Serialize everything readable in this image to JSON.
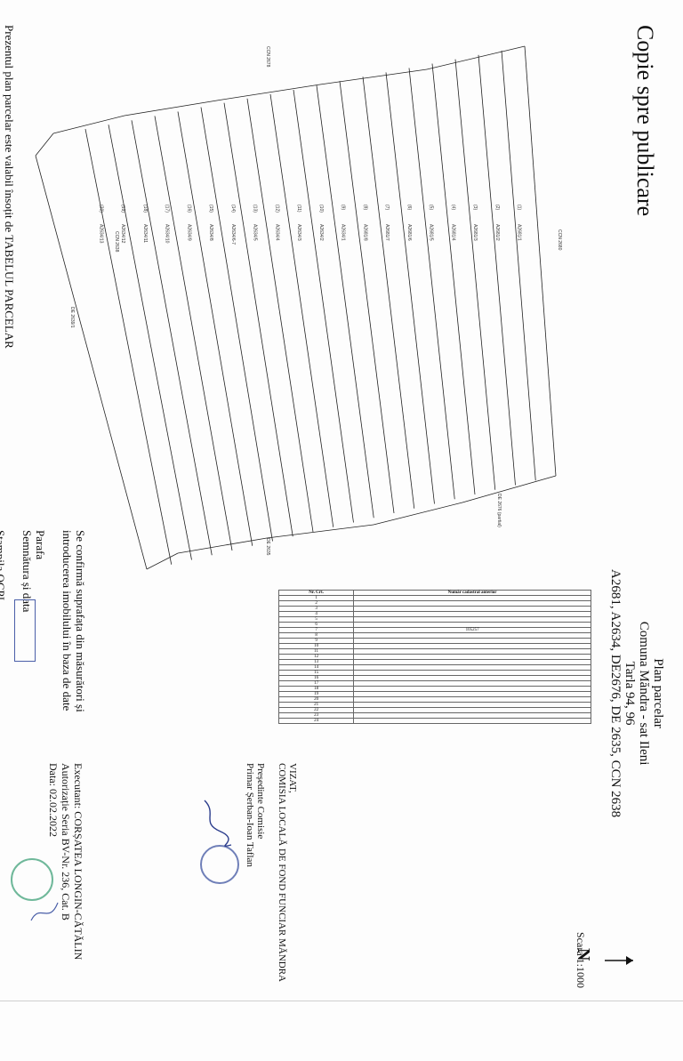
{
  "document": {
    "title": "Copie spre publicare",
    "plan_heading": [
      "Plan parcelar",
      "Comuna Măndra - sat Ileni",
      "Tarla 94, 96",
      "A2681, A2634, DE2676, DE 2635, CCN 2638"
    ],
    "validity_note": "Prezentul plan parcelar este valabil însoțit de TABELUL PARCELAR",
    "confirmation_lines": [
      "Se confirmă suprafața din măsurători și",
      "introducerea imobilului în baza de date",
      "",
      "Parafa",
      "Semnătura și data",
      "",
      "Ștampila OCPI"
    ],
    "commission_lines": [
      "VIZAT,",
      "COMISIA LOCALĂ DE FOND FUNCIAR MĂNDRA",
      "",
      "Președinte Comisie",
      "Primar Șerban-Ioan Taflan"
    ],
    "executant_lines": [
      "Executant: CORȘATEA LONGIN-CĂTĂLIN",
      "Autorizație Seria BV-Nr. 236, Cat. B",
      "Data: 02.02.2022"
    ],
    "scale": "Scara 1:1000",
    "north_label": "N"
  },
  "map": {
    "road_labels": [
      "CCN 2678",
      "DE 2676 (partial)",
      "DE 2635",
      "DE 2639/1",
      "CCN 2638",
      "CCN 2680"
    ],
    "parcels": [
      {
        "no": "1",
        "code": "A2681/1"
      },
      {
        "no": "2",
        "code": "A2681/2"
      },
      {
        "no": "3",
        "code": "A2681/3"
      },
      {
        "no": "4",
        "code": "A2681/4"
      },
      {
        "no": "5",
        "code": "A2681/5"
      },
      {
        "no": "6",
        "code": "A2681/6"
      },
      {
        "no": "7",
        "code": "A2681/7"
      },
      {
        "no": "8",
        "code": "A2681/8"
      },
      {
        "no": "9",
        "code": "A2634/1"
      },
      {
        "no": "10",
        "code": "A2634/2"
      },
      {
        "no": "11",
        "code": "A2634/3"
      },
      {
        "no": "12",
        "code": "A2634/4"
      },
      {
        "no": "13",
        "code": "A2634/5"
      },
      {
        "no": "14",
        "code": "A2634/6-7"
      },
      {
        "no": "15",
        "code": "A2634/8"
      },
      {
        "no": "16",
        "code": "A2634/9"
      },
      {
        "no": "17",
        "code": "A2634/10"
      },
      {
        "no": "18",
        "code": "A2634/11"
      },
      {
        "no": "19",
        "code": "A2634/12"
      },
      {
        "no": "20",
        "code": "A2634/13"
      }
    ]
  },
  "table": {
    "headers": [
      "Nr. Crt.",
      "Număr cadastral anterior"
    ],
    "rows": [
      [
        "1",
        ""
      ],
      [
        "2",
        ""
      ],
      [
        "3",
        ""
      ],
      [
        "4",
        ""
      ],
      [
        "5",
        ""
      ],
      [
        "6",
        ""
      ],
      [
        "7",
        "105257"
      ],
      [
        "8",
        ""
      ],
      [
        "9",
        ""
      ],
      [
        "10",
        ""
      ],
      [
        "11",
        ""
      ],
      [
        "12",
        ""
      ],
      [
        "13",
        ""
      ],
      [
        "14",
        ""
      ],
      [
        "15",
        ""
      ],
      [
        "16",
        ""
      ],
      [
        "17",
        ""
      ],
      [
        "18",
        ""
      ],
      [
        "19",
        ""
      ],
      [
        "20",
        ""
      ],
      [
        "21",
        ""
      ],
      [
        "22",
        ""
      ],
      [
        "23",
        ""
      ],
      [
        "24",
        ""
      ]
    ]
  },
  "colors": {
    "stamp_blue": "#4a5fa8",
    "stamp_green": "#6fb89a",
    "ink": "#111111"
  }
}
